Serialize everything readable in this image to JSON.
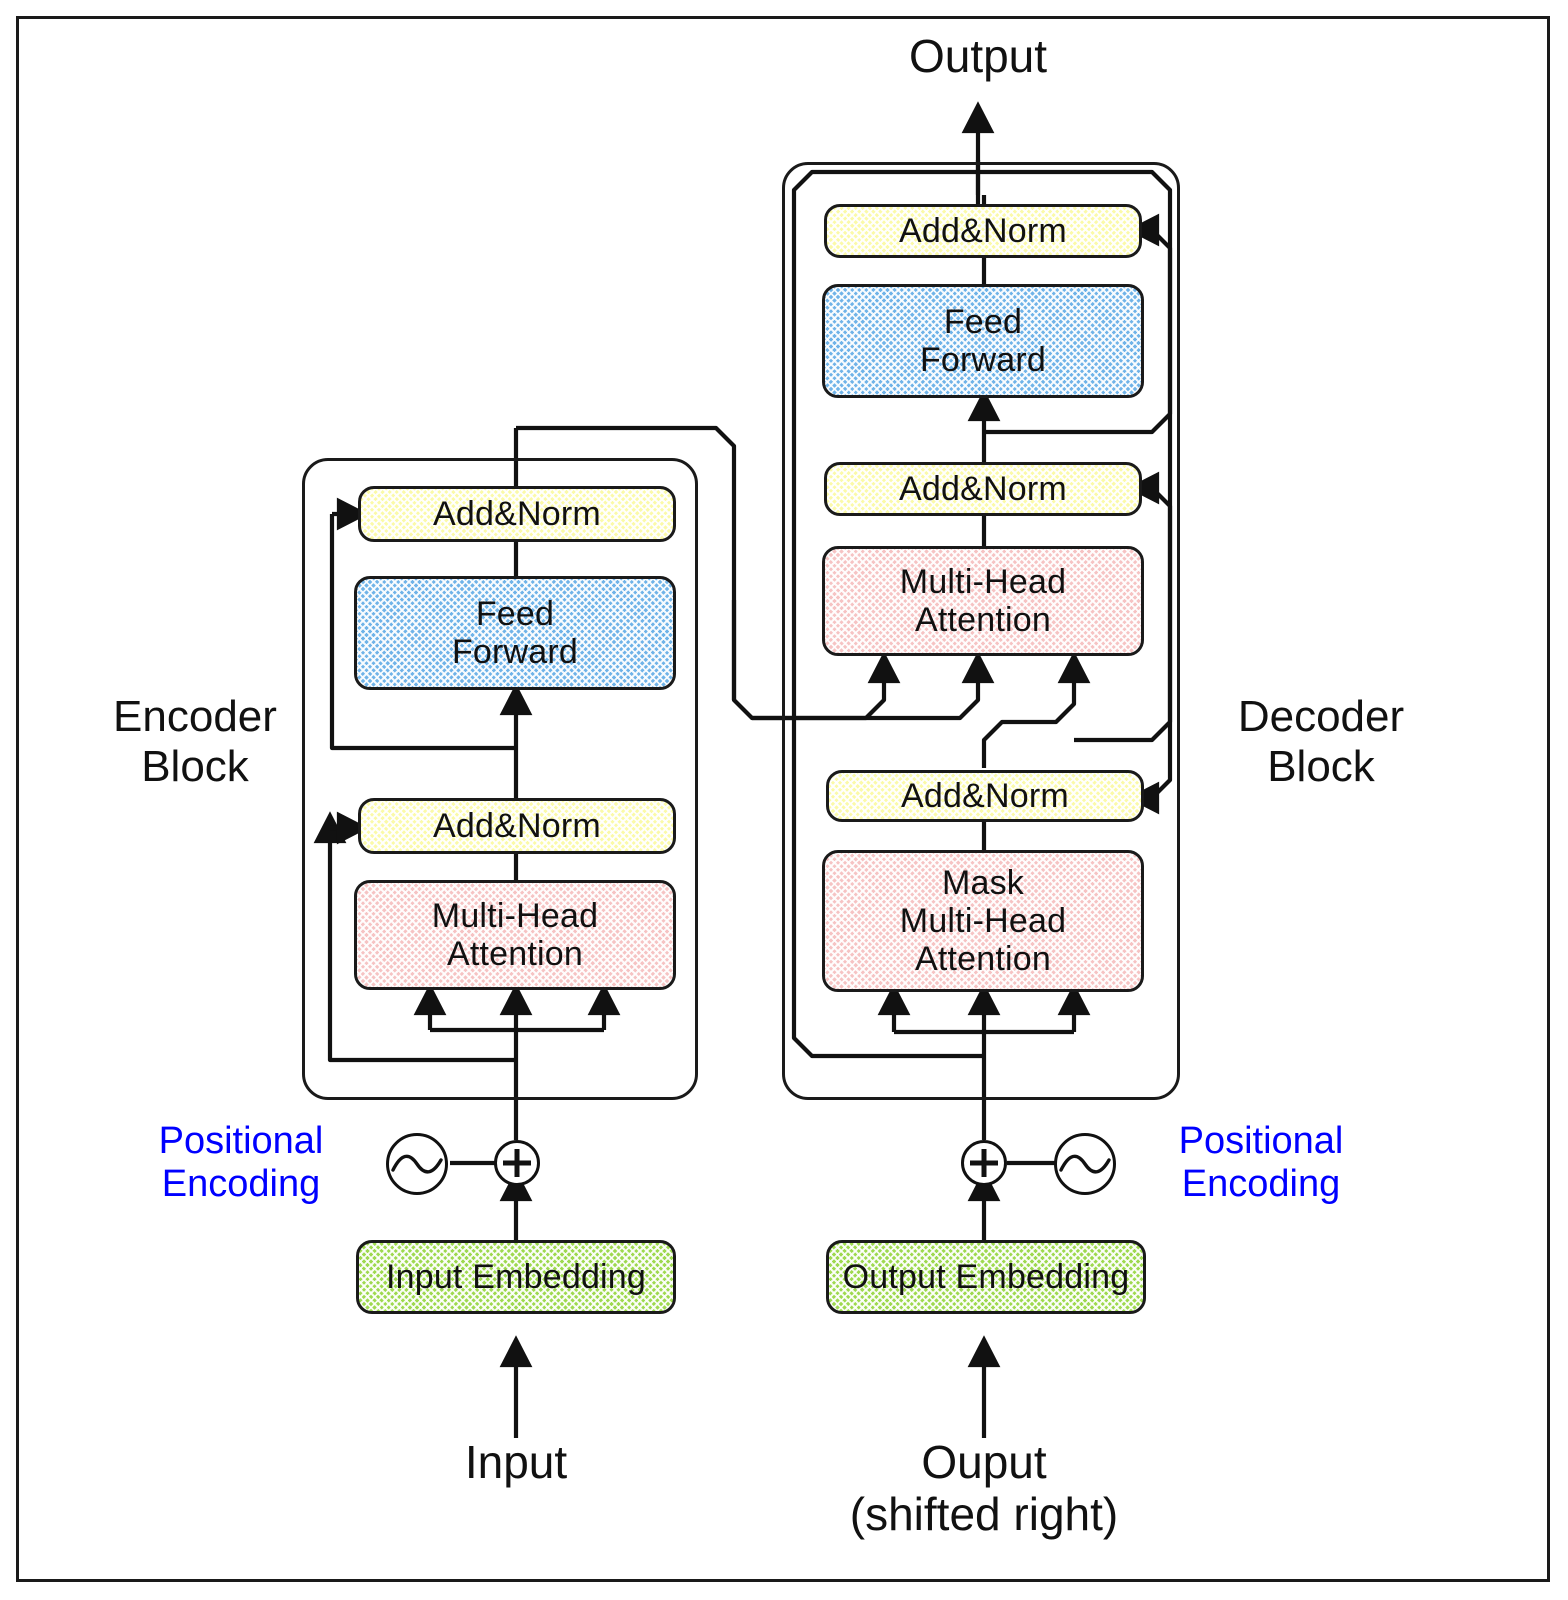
{
  "diagram": {
    "title_top": "Output",
    "labels": {
      "encoder_block": "Encoder\nBlock",
      "decoder_block": "Decoder\nBlock",
      "encoder_block_line1": "Encoder",
      "encoder_block_line2": "Block",
      "decoder_block_line1": "Decoder",
      "decoder_block_line2": "Block",
      "positional_encoding_left_line1": "Positional",
      "positional_encoding_left_line2": "Encoding",
      "positional_encoding_right_line1": "Positional",
      "positional_encoding_right_line2": "Encoding",
      "input_bottom": "Input",
      "output_bottom_line1": "Ouput",
      "output_bottom_line2": "(shifted right)"
    },
    "encoder": {
      "add_norm_top": "Add&Norm",
      "feed_forward_line1": "Feed",
      "feed_forward_line2": "Forward",
      "add_norm_bottom": "Add&Norm",
      "attention_line1": "Multi-Head",
      "attention_line2": "Attention",
      "embedding": "Input Embedding"
    },
    "decoder": {
      "add_norm_top": "Add&Norm",
      "feed_forward_line1": "Feed",
      "feed_forward_line2": "Forward",
      "add_norm_mid": "Add&Norm",
      "cross_attention_line1": "Multi-Head",
      "cross_attention_line2": "Attention",
      "add_norm_bottom": "Add&Norm",
      "masked_attention_line1": "Mask",
      "masked_attention_line2": "Multi-Head",
      "masked_attention_line3": "Attention",
      "embedding": "Output Embedding"
    },
    "icons": {
      "sine_wave_left": "sine-wave-icon",
      "sine_wave_right": "sine-wave-icon",
      "plus_left": "plus-circle-icon",
      "plus_right": "plus-circle-icon"
    },
    "colors": {
      "add_norm": "#fbfaa8",
      "feed_forward": "#6fb3e8",
      "attention": "#f6c3c3",
      "embedding": "#9ed94f",
      "stroke": "#1a1a1a",
      "positional_text": "#0000ff",
      "text": "#111111",
      "background": "#ffffff"
    }
  }
}
